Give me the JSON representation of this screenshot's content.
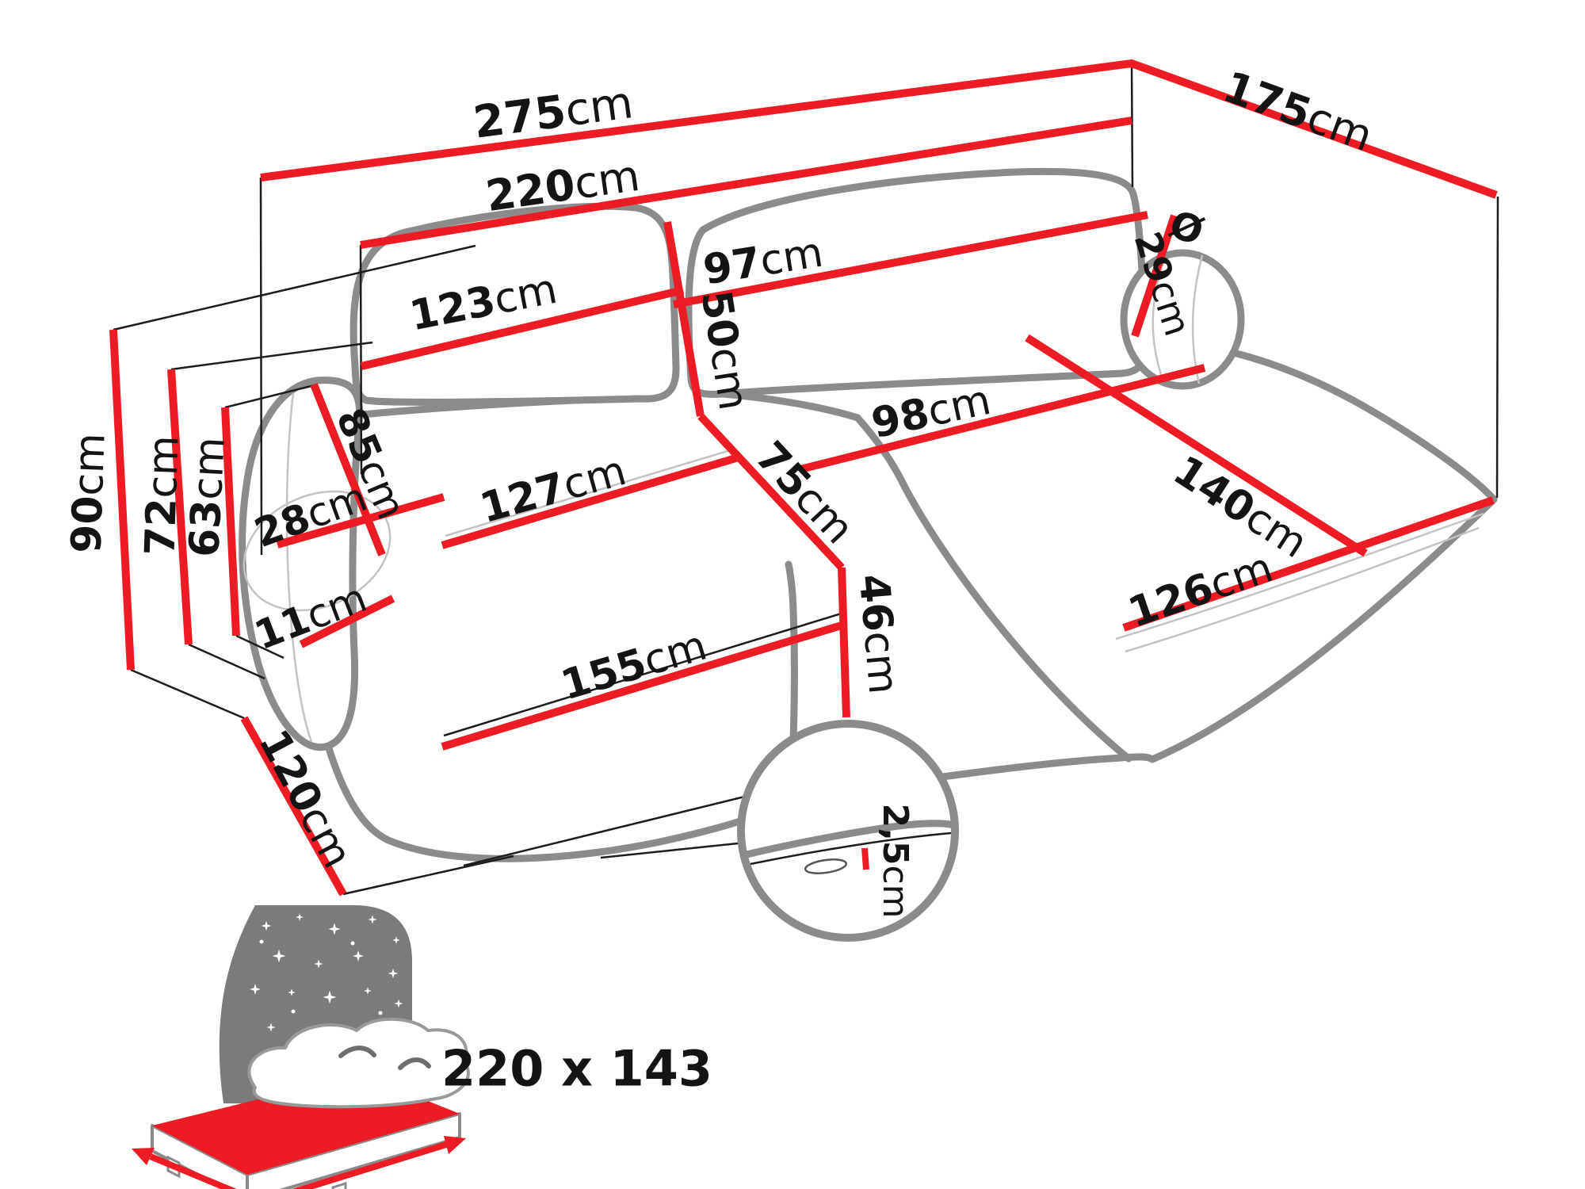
{
  "diagram": {
    "title": "corner-sofa-dimensions-diagram",
    "unit_system": "cm",
    "colors": {
      "dimension_line": "#ed1c24",
      "sofa_outline": "#8b8b8b",
      "projection_line": "#1c1c1c",
      "label_text": "#141414",
      "icon_gray": "#7b7b7b",
      "icon_label_text": "#8a8a8a",
      "mattress_red": "#ed1c24"
    },
    "dims": {
      "d275": {
        "value": "275",
        "unit": "cm",
        "meaning": "total width"
      },
      "d220": {
        "value": "220",
        "unit": "cm",
        "meaning": "seat width"
      },
      "d175": {
        "value": "175",
        "unit": "cm",
        "meaning": "total depth"
      },
      "d97": {
        "value": "97",
        "unit": "cm",
        "meaning": "right backrest cushion width"
      },
      "d123": {
        "value": "123",
        "unit": "cm",
        "meaning": "left backrest cushion width"
      },
      "d50": {
        "value": "50",
        "unit": "cm",
        "meaning": "backrest cushion height"
      },
      "d85": {
        "value": "85",
        "unit": "cm",
        "meaning": "armrest depth"
      },
      "d28": {
        "value": "28",
        "unit": "cm",
        "meaning": "armrest width"
      },
      "d127": {
        "value": "127",
        "unit": "cm",
        "meaning": "seat section width"
      },
      "d75": {
        "value": "75",
        "unit": "cm",
        "meaning": "seat depth"
      },
      "d11": {
        "value": "11",
        "unit": "cm",
        "meaning": "base height"
      },
      "d120": {
        "value": "120",
        "unit": "cm",
        "meaning": "floor depth"
      },
      "d155": {
        "value": "155",
        "unit": "cm",
        "meaning": "front width"
      },
      "d46": {
        "value": "46",
        "unit": "cm",
        "meaning": "seat height"
      },
      "d98": {
        "value": "98",
        "unit": "cm",
        "meaning": "chaise width"
      },
      "d140": {
        "value": "140",
        "unit": "cm",
        "meaning": "chaise length"
      },
      "d126": {
        "value": "126",
        "unit": "cm",
        "meaning": "chaise bottom edge"
      },
      "d90": {
        "value": "90",
        "unit": "cm",
        "meaning": "total height"
      },
      "d72": {
        "value": "72",
        "unit": "cm",
        "meaning": "backrest height"
      },
      "d63": {
        "value": "63",
        "unit": "cm",
        "meaning": "armrest height"
      },
      "d29": {
        "value": "29",
        "unit": "cm",
        "meaning": "pillow diameter"
      },
      "diameter_symbol": {
        "symbol": "Ø"
      },
      "d25": {
        "value": "2,5",
        "unit": "cm",
        "meaning": "seam detail"
      }
    },
    "sleeping_area": {
      "label": "220 x 143",
      "meaning": "sleeping surface in cm"
    }
  }
}
